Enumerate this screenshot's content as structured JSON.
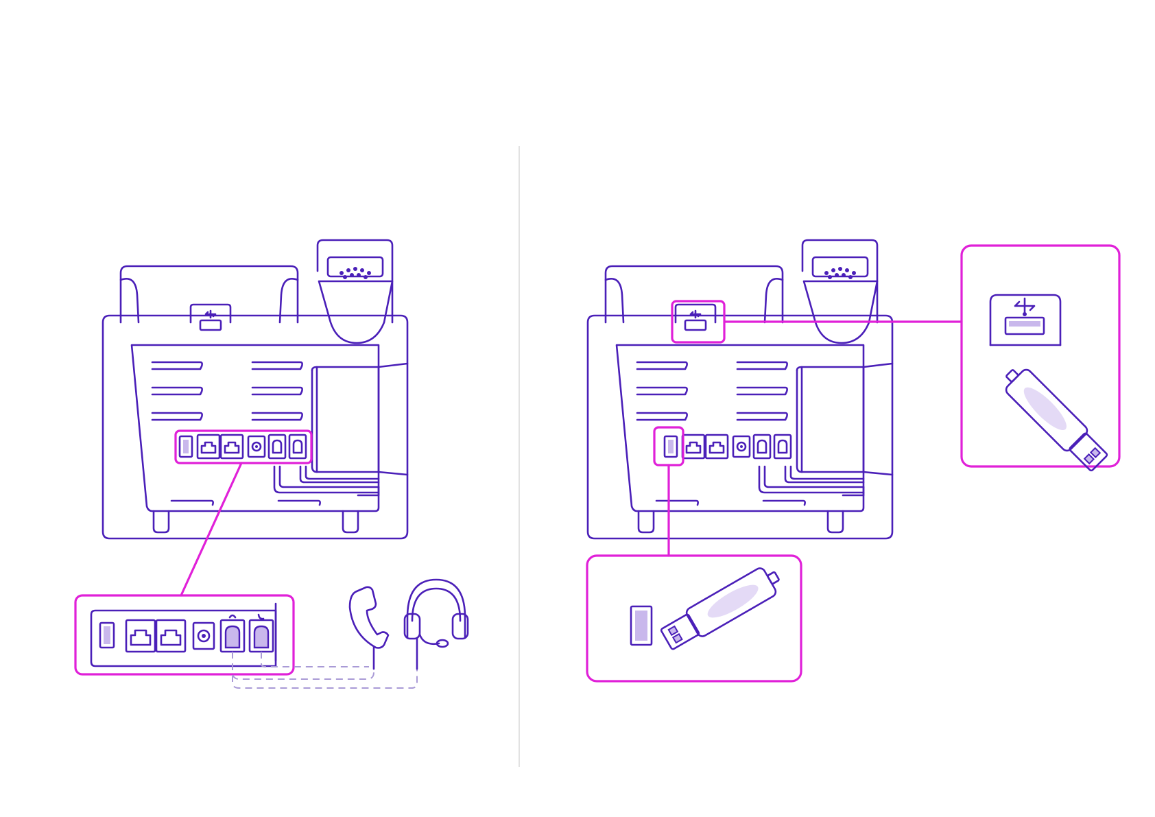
{
  "colors": {
    "line": "#4a1fb8",
    "highlight": "#e020d8",
    "fill": "#c9b8ec",
    "fill_light": "#e4daf6",
    "dashed": "#a99ad6",
    "divider": "#d8d8d8"
  },
  "panels": [
    {
      "id": "panel-audio-ports",
      "callout_items": [
        "usb-port",
        "ethernet-port",
        "ethernet-port",
        "power-jack",
        "headset-port",
        "handset-port"
      ],
      "devices": [
        "handset-icon",
        "headset-icon"
      ]
    },
    {
      "id": "panel-usb-ports",
      "callout_items": [
        "usb-port",
        "usb-flash-drive-icon"
      ],
      "devices": [
        "usb-flash-drive-icon"
      ]
    }
  ]
}
